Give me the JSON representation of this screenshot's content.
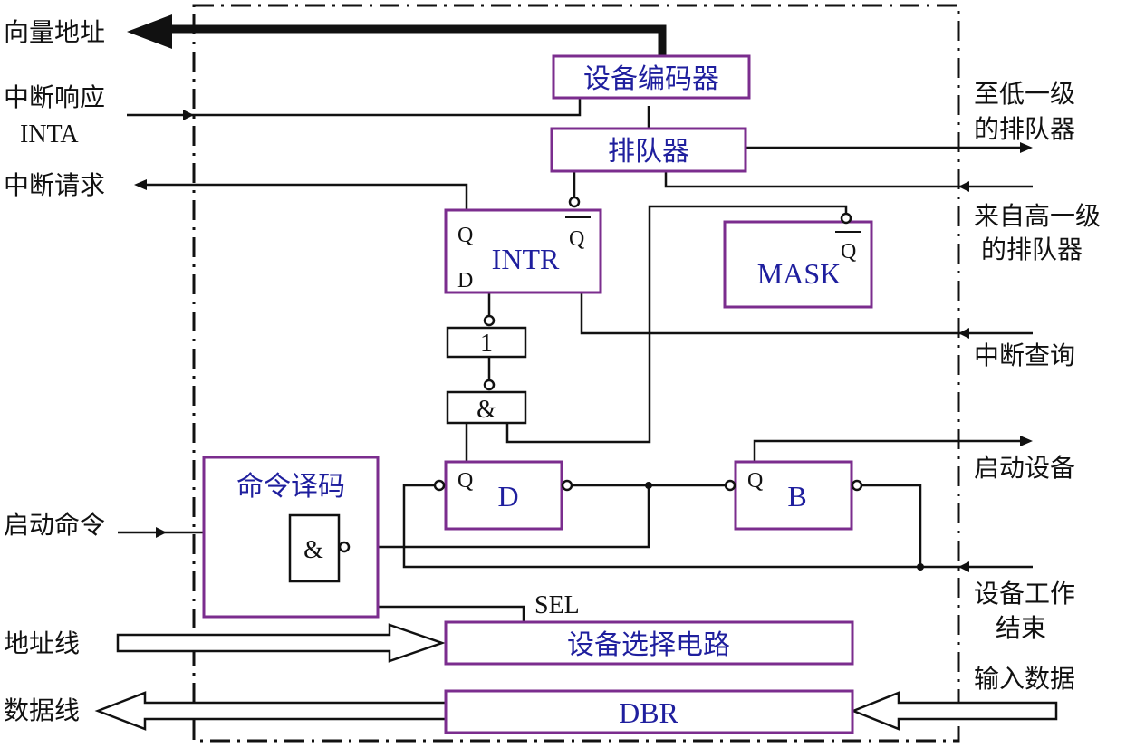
{
  "signals": {
    "vector_address": "向量地址",
    "int_ack_cn": "中断响应",
    "int_ack_en": "INTA",
    "int_request": "中断请求",
    "start_command": "启动命令",
    "address_line": "地址线",
    "data_line": "数据线",
    "to_lower_l1": "至低一级",
    "to_lower_l2": "的排队器",
    "from_higher_l1": "来自高一级",
    "from_higher_l2": "的排队器",
    "int_query": "中断查询",
    "start_device": "启动设备",
    "device_done_l1": "设备工作",
    "device_done_l2": "结束",
    "input_data": "输入数据",
    "sel": "SEL"
  },
  "blocks": {
    "device_encoder": "设备编码器",
    "queuer": "排队器",
    "intr": "INTR",
    "mask": "MASK",
    "command_decode": "命令译码",
    "device_select": "设备选择电路",
    "dbr": "DBR",
    "ff_d": "D",
    "ff_b": "B"
  },
  "gates": {
    "or_gate": "1",
    "and_gate_top": "&",
    "and_gate_decode": "&"
  },
  "pins": {
    "q": "Q",
    "d": "D",
    "q_bar": "Q"
  },
  "colors": {
    "box_border": "#7b2d8e",
    "block_text": "#1f1f9e",
    "line": "#111111"
  }
}
